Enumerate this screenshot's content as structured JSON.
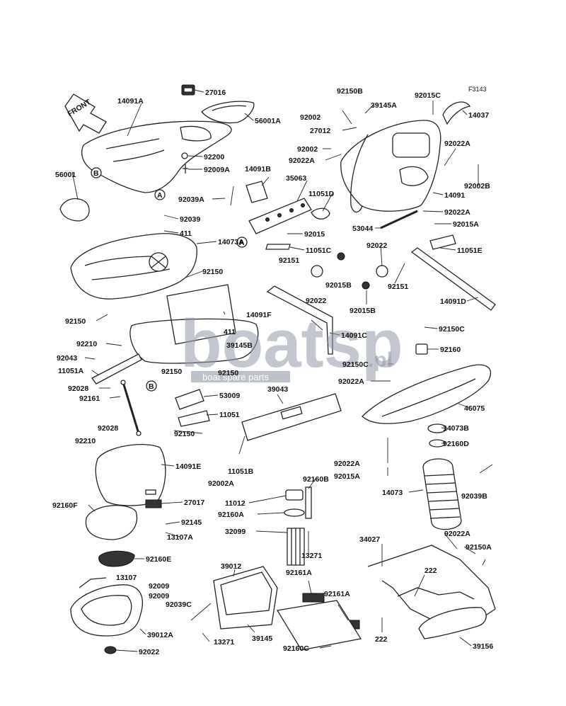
{
  "figure_code": "F3143",
  "front_marker": "FRONT",
  "ref_markers": [
    "A",
    "B"
  ],
  "watermark": {
    "logo": "boatsp",
    "suffix": ".pl",
    "tagline": "boat spare parts"
  },
  "part_labels": [
    "14091A",
    "27016",
    "56001A",
    "92200",
    "92009A",
    "56001",
    "14091B",
    "92039A",
    "92039",
    "411",
    "14073A",
    "92150",
    "92150",
    "92210",
    "92043",
    "11051A",
    "92150",
    "92150",
    "92028",
    "92161",
    "53009",
    "11051",
    "92150",
    "92028",
    "92210",
    "14091E",
    "27017",
    "92160F",
    "92145",
    "13107A",
    "92160E",
    "13107",
    "92009",
    "92009",
    "92039C",
    "39012A",
    "92022",
    "35063",
    "11051D",
    "92015",
    "11051C",
    "92151",
    "92015B",
    "92022",
    "14091F",
    "411",
    "39145B",
    "14091C",
    "92150B",
    "39145A",
    "92002",
    "27012",
    "92002",
    "92022A",
    "92015C",
    "F3143",
    "14037",
    "92022A",
    "92002B",
    "14091",
    "92022A",
    "53044",
    "92015A",
    "11051E",
    "92022",
    "92151",
    "92015B",
    "14091D",
    "92150C",
    "92160",
    "92150C",
    "92022A",
    "46075",
    "14073B",
    "92160D",
    "92022A",
    "92015A",
    "14073",
    "92039B",
    "39043",
    "11051B",
    "92002A",
    "92160B",
    "11012",
    "92160A",
    "32099",
    "13271",
    "39012",
    "39145",
    "13271",
    "92161A",
    "92161A",
    "92160C",
    "34027",
    "92022A",
    "92150A",
    "222",
    "222",
    "39156"
  ]
}
